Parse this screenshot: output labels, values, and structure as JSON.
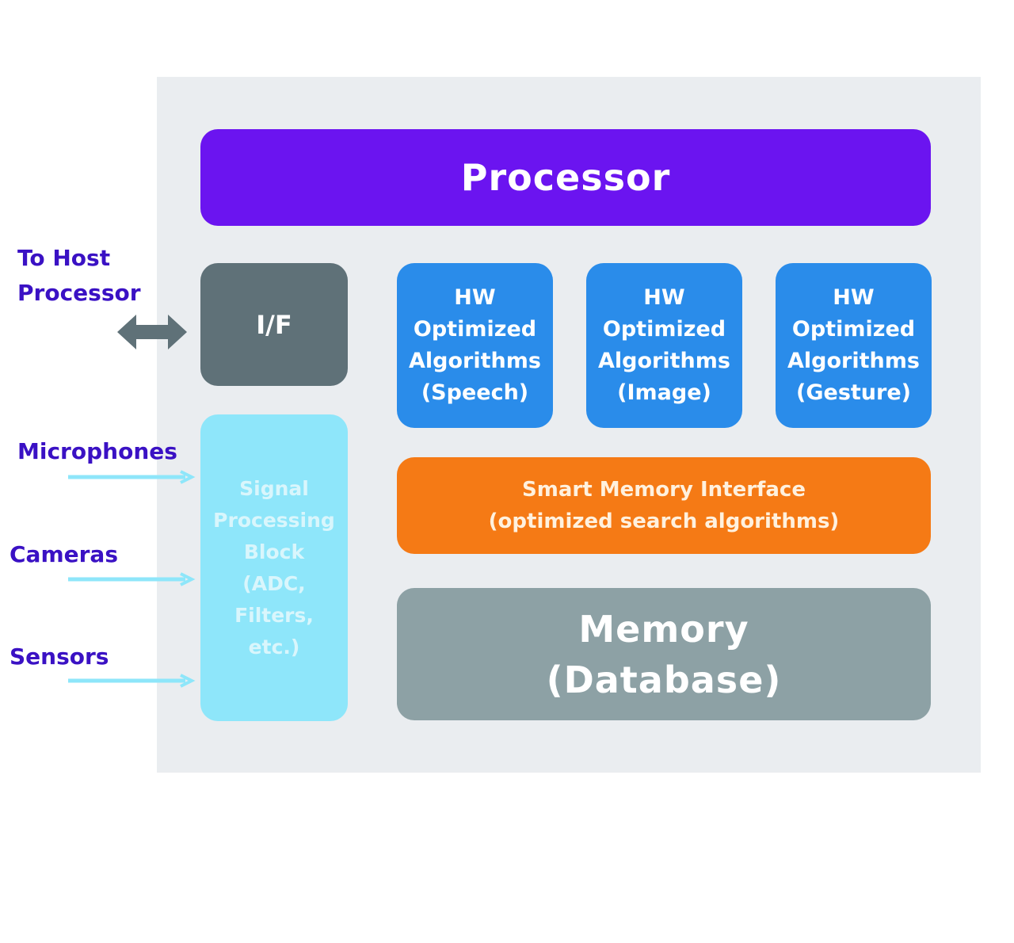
{
  "diagram": {
    "title": "Processor architecture block diagram",
    "colors": {
      "processor": "#6b14f0",
      "interface": "#5f7178",
      "signal_processing": "#8ee6fa",
      "hw_algorithms": "#2a8cea",
      "smart_memory": "#f57a15",
      "memory": "#8da1a5",
      "label_text": "#3a11c4",
      "input_arrow": "#8ee6fa",
      "panel": "#eaedf0"
    },
    "blocks": {
      "processor": {
        "label": "Processor"
      },
      "interface": {
        "label": "I/F"
      },
      "signal_processing": {
        "lines": [
          "Signal",
          "Processing",
          "Block",
          "(ADC,",
          "Filters,",
          "etc.)"
        ]
      },
      "hw_algorithms": [
        {
          "lines": [
            "HW",
            "Optimized",
            "Algorithms",
            "(Speech)"
          ]
        },
        {
          "lines": [
            "HW",
            "Optimized",
            "Algorithms",
            "(Image)"
          ]
        },
        {
          "lines": [
            "HW",
            "Optimized",
            "Algorithms",
            "(Gesture)"
          ]
        }
      ],
      "smart_memory": {
        "lines": [
          "Smart Memory Interface",
          "(optimized search algorithms)"
        ]
      },
      "memory": {
        "lines": [
          "Memory",
          "(Database)"
        ]
      }
    },
    "external": {
      "host": {
        "lines": [
          "To Host",
          "Processor"
        ]
      },
      "inputs": [
        "Microphones",
        "Cameras",
        "Sensors"
      ]
    },
    "connections": [
      {
        "from": "host",
        "to": "interface",
        "type": "bidirectional"
      },
      {
        "from": "Microphones",
        "to": "signal_processing",
        "type": "arrow"
      },
      {
        "from": "Cameras",
        "to": "signal_processing",
        "type": "arrow"
      },
      {
        "from": "Sensors",
        "to": "signal_processing",
        "type": "arrow"
      }
    ]
  }
}
